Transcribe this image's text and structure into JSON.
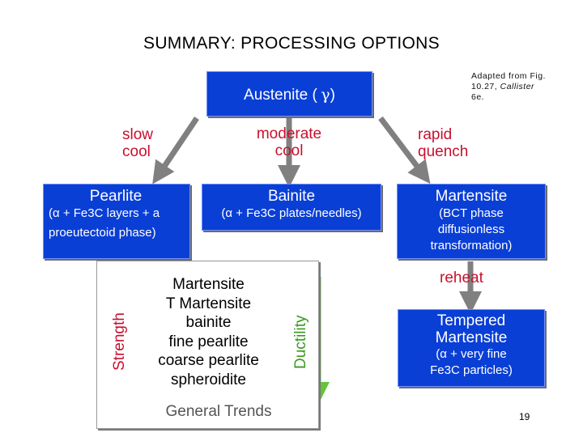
{
  "title": "SUMMARY:  PROCESSING OPTIONS",
  "caption": {
    "line1": "Adapted from Fig.",
    "line2": "10.27, ",
    "book": "Callister",
    "line3": "6e."
  },
  "austenite": {
    "label": "Austenite (",
    "symbol": "γ",
    "close": ")"
  },
  "paths": {
    "slow": [
      "slow",
      "cool"
    ],
    "moderate": [
      "moderate",
      "cool"
    ],
    "rapid": [
      "rapid",
      "quench"
    ],
    "reheat": "reheat"
  },
  "pearlite": {
    "name": "Pearlite",
    "line1": "(α + Fe3C layers + a",
    "line2": "proeutectoid phase)"
  },
  "bainite": {
    "name": "Bainite",
    "line1": "(α + Fe3C plates/needles)"
  },
  "martensite": {
    "name": "Martensite",
    "line1": "(BCT phase",
    "line2": "diffusionless",
    "line3": "transformation)"
  },
  "tempered": {
    "name1": "Tempered",
    "name2": "Martensite",
    "line1": "(α + very fine",
    "line2": "Fe3C particles)"
  },
  "trends": {
    "items": [
      "Martensite",
      "T Martensite",
      "bainite",
      "fine pearlite",
      "coarse pearlite",
      "spheroidite"
    ],
    "strength": "Strength",
    "ductility": "Ductility",
    "label": "General Trends"
  },
  "colors": {
    "box": "#0a3fd6",
    "red": "#c8102e",
    "arrow": "#808080",
    "strength": "#f08c8c",
    "ductility": "#66c43a"
  },
  "page_number": "19"
}
